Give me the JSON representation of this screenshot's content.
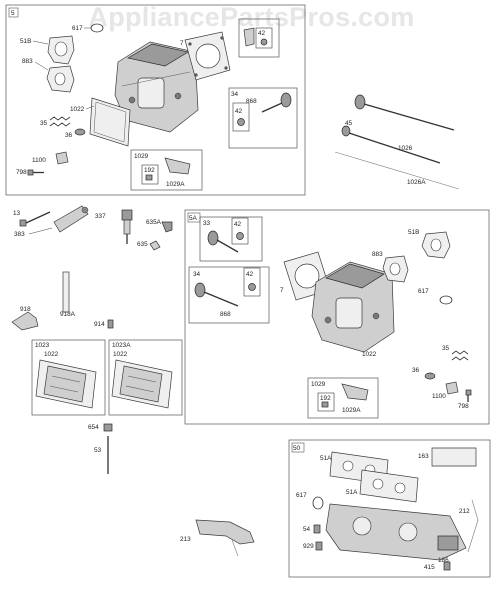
{
  "watermark": "AppliancePartsPros.com",
  "groups": {
    "g5": "5",
    "g5a": "5A",
    "g50": "50",
    "g1029": "1029",
    "g34a": "34",
    "g33": "33",
    "g34b": "34",
    "g1029b": "1029",
    "g1023": "1023",
    "g1023a": "1023A"
  },
  "labels": {
    "l51b_a": "51B",
    "l617_a": "617",
    "l883_a": "883",
    "l7_a": "7",
    "l1022_a": "1022",
    "l35_a": "35",
    "l36_a": "36",
    "l1100_a": "1100",
    "l798_a": "798",
    "l192_a": "192",
    "l1029a_a": "1029A",
    "l868_a": "868",
    "l42_a": "42",
    "l42_b": "42",
    "l45": "45",
    "l1026": "1026",
    "l1026a": "1026A",
    "l13": "13",
    "l383": "383",
    "l337": "337",
    "l635a": "635A",
    "l635": "635",
    "l918": "918",
    "l918a": "918A",
    "l914": "914",
    "l1022_c": "1022",
    "l1022_d": "1022",
    "l654": "654",
    "l53": "53",
    "l42_c": "42",
    "l42_d": "42",
    "l868_b": "868",
    "l7_b": "7",
    "l51b_b": "51B",
    "l883_b": "883",
    "l617_b": "617",
    "l1022_b": "1022",
    "l35_b": "35",
    "l36_b": "36",
    "l1100_b": "1100",
    "l798_b": "798",
    "l192_b": "192",
    "l1029a_b": "1029A",
    "l163": "163",
    "l51a_a": "51A",
    "l51a_b": "51A",
    "l617_c": "617",
    "l54": "54",
    "l929": "929",
    "l212": "212",
    "l186": "186",
    "l415": "415",
    "l213": "213"
  }
}
